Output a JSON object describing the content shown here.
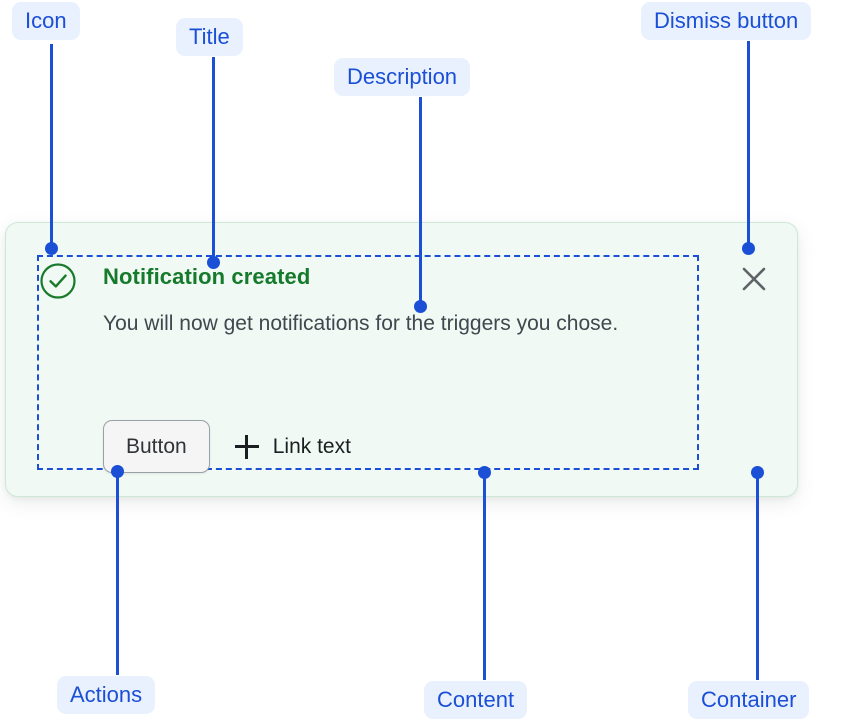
{
  "annotations": [
    {
      "key": "icon",
      "label": "Icon"
    },
    {
      "key": "title",
      "label": "Title"
    },
    {
      "key": "description",
      "label": "Description"
    },
    {
      "key": "dismiss",
      "label": "Dismiss button"
    },
    {
      "key": "actions",
      "label": "Actions"
    },
    {
      "key": "content",
      "label": "Content"
    },
    {
      "key": "container",
      "label": "Container"
    }
  ],
  "notification": {
    "status": "success",
    "icon_name": "check-circle-icon",
    "title": "Notification created",
    "description": "You will now get notifications for the triggers you chose.",
    "button_label": "Button",
    "link_label": "Link text",
    "link_icon_name": "plus-icon",
    "dismiss_icon_name": "close-icon"
  },
  "colors": {
    "annotation_blue": "#1a4fd6",
    "annotation_pill_bg": "#eaf1fe",
    "card_bg": "#f0f9f3",
    "card_border": "#cfe8d6",
    "title_green": "#157a2b",
    "description_gray": "#40474e",
    "button_bg": "#f5f5f5",
    "button_border": "#9aa0a6",
    "dismiss_gray": "#5f6368"
  }
}
